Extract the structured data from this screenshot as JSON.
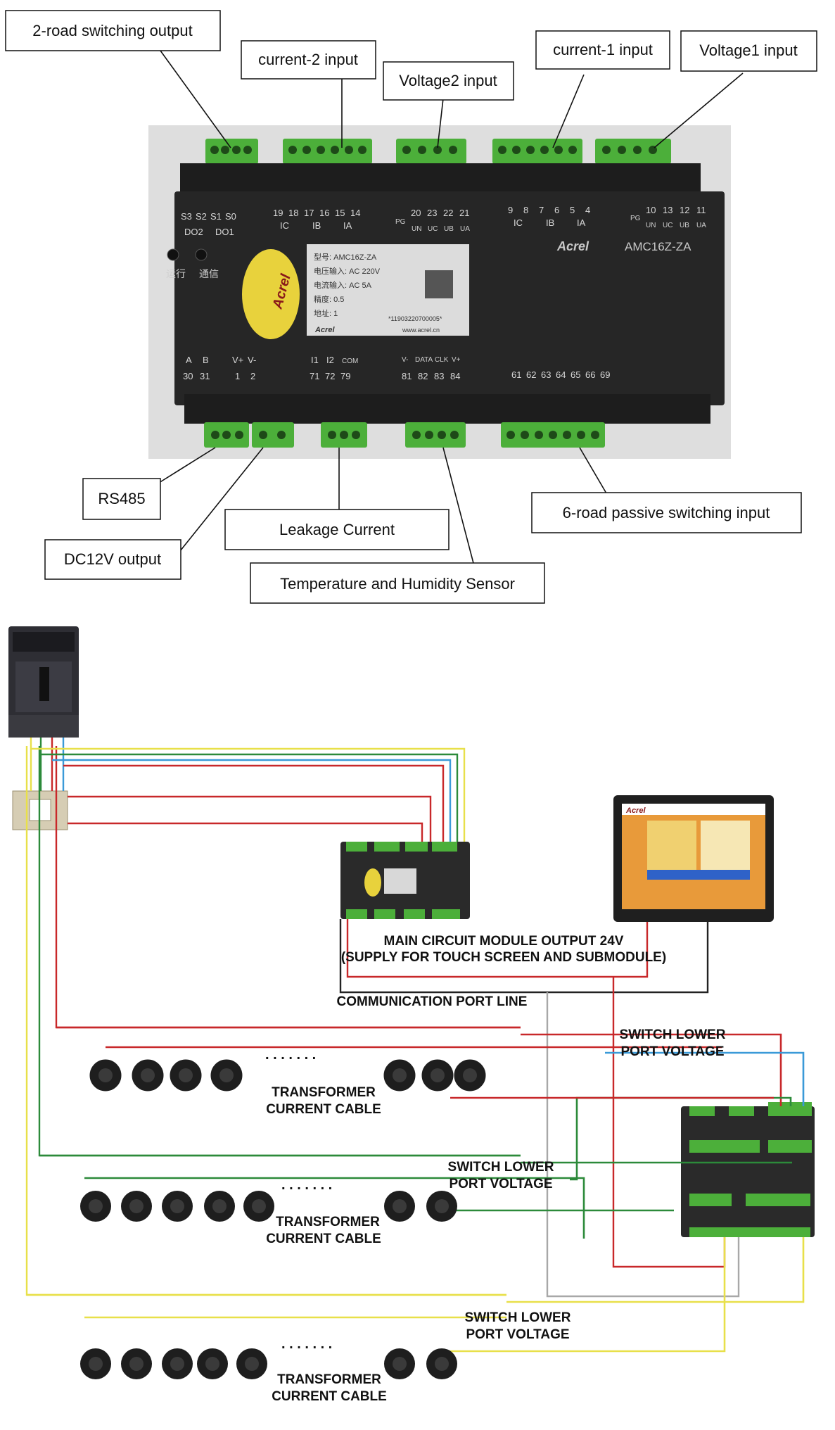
{
  "callouts": {
    "switching_output_2road": "2-road switching output",
    "current_2_input": "current-2 input",
    "voltage2_input": "Voltage2 input",
    "current_1_input": "current-1 input",
    "voltage1_input": "Voltage1 input",
    "rs485": "RS485",
    "dc12v_output": "DC12V output",
    "leakage_current": "Leakage Current",
    "temp_humidity_sensor": "Temperature and Humidity Sensor",
    "passive_switching_input_6road": "6-road passive switching input"
  },
  "device": {
    "model": "AMC16Z-ZA",
    "brand": "Acrel",
    "label_model": "型号: AMC16Z-ZA",
    "label_voltage": "电压输入: AC 220V",
    "label_current": "电流输入: AC 5A",
    "label_accuracy": "精度: 0.5",
    "label_address": "地址: 1",
    "label_serial": "*11903220700005*",
    "label_web": "www.acrel.cn",
    "led_run": "运行",
    "led_comm": "通信",
    "top_terminals": {
      "do": [
        "S3",
        "S2",
        "S1",
        "S0"
      ],
      "do_names": [
        "DO2",
        "DO1"
      ],
      "ib2": [
        "19",
        "18",
        "17",
        "16",
        "15",
        "14"
      ],
      "ib2_names": [
        "IC",
        "IB",
        "IA"
      ],
      "pg": "PG",
      "ub2": [
        "20",
        "23",
        "22",
        "21"
      ],
      "ub2_names": [
        "UN",
        "UC",
        "UB",
        "UA"
      ],
      "ia1": [
        "9",
        "8",
        "7",
        "6",
        "5",
        "4"
      ],
      "ia1_names": [
        "IC",
        "IB",
        "IA"
      ],
      "ua1": [
        "10",
        "13",
        "12",
        "11"
      ],
      "ua1_names": [
        "UN",
        "UC",
        "UB",
        "UA"
      ]
    },
    "bottom_terminals": {
      "rs485": [
        "A",
        "B"
      ],
      "rs485_nums": [
        "30",
        "31"
      ],
      "pwr": [
        "V+",
        "V-"
      ],
      "pwr_nums": [
        "1",
        "2"
      ],
      "leak": [
        "I1",
        "I2",
        "COM"
      ],
      "leak_nums": [
        "71",
        "72",
        "79"
      ],
      "th": [
        "V-",
        "DATA",
        "CLK",
        "V+"
      ],
      "th_nums": [
        "81",
        "82",
        "83",
        "84"
      ],
      "di_nums": [
        "61",
        "62",
        "63",
        "64",
        "65",
        "66",
        "69"
      ]
    }
  },
  "wiring": {
    "module_output": "MAIN CIRCUIT MODULE OUTPUT 24V",
    "module_output_sub": "(SUPPLY FOR TOUCH SCREEN AND SUBMODULE)",
    "comm_line": "COMMUNICATION PORT LINE",
    "switch_lower_1": "SWITCH LOWER",
    "switch_lower_1b": "PORT VOLTAGE",
    "switch_lower_2": "SWITCH LOWER",
    "switch_lower_2b": "PORT VOLTAGE",
    "switch_lower_3": "SWITCH LOWER",
    "switch_lower_3b": "PORT VOLTAGE",
    "ct_cable_1": "TRANSFORMER",
    "ct_cable_1b": "CURRENT CABLE",
    "ct_cable_2": "TRANSFORMER",
    "ct_cable_2b": "CURRENT CABLE",
    "ct_cable_3": "TRANSFORMER",
    "ct_cable_3b": "CURRENT CABLE",
    "ellipsis": ". . . . . . .",
    "screen_brand": "Acrel"
  },
  "colors": {
    "red": "#c8282a",
    "green": "#2c8a3a",
    "yellow": "#e8e04a",
    "blue": "#3a9ad8",
    "gray": "#a8a8a8",
    "black": "#222222",
    "terminal_green": "#4caf3a"
  }
}
